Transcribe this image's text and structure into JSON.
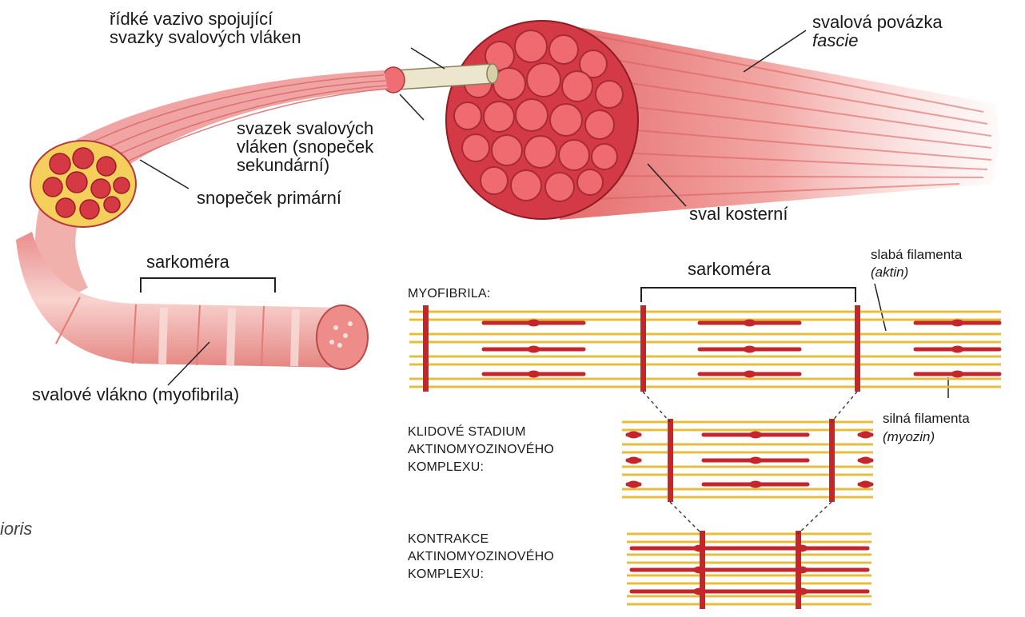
{
  "labels": {
    "loose_tissue": "řídké vazivo spojující\nsvazky svalových vláken",
    "fascia": "svalová povázka",
    "fascia_latin": "fascie",
    "secondary_bundle": "svazek svalových\nvláken (snopeček\nsekundární)",
    "primary_bundle": "snopeček primární",
    "skeletal_muscle": "sval kosterní",
    "sarcomere_left": "sarkoméra",
    "muscle_fiber": "svalové vlákno (myofibrila)",
    "cut_text": "ioris",
    "sarcomere_right": "sarkoméra",
    "myofibril": "MYOFIBRILA:",
    "thin_filaments": "slabá filamenta",
    "thin_filaments_latin": "(aktin)",
    "thick_filaments": "silná filamenta",
    "thick_filaments_latin": "(myozin)",
    "rest_stage": "KLIDOVÉ STADIUM\nAKTINOMYOZINOVÉHO\nKOMPLEXU:",
    "contraction": "KONTRAKCE\nAKTINOMYOZINOVÉHO\nKOMPLEXU:"
  },
  "colors": {
    "muscle_red": "#d8424a",
    "muscle_light": "#f1a6a3",
    "fiber_pink": "#f4b6b2",
    "actin_yellow": "#e7bd3e",
    "myosin_red": "#c5262b",
    "tendon": "#e9e4cc",
    "fat_yellow": "#f4c85c"
  }
}
